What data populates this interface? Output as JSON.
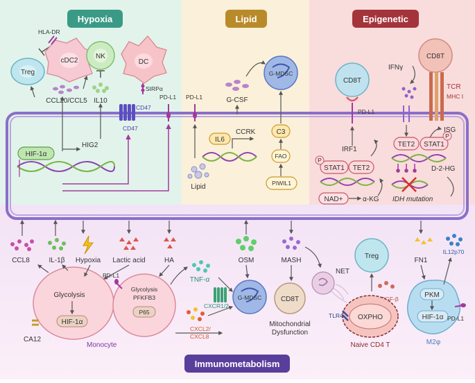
{
  "panels": {
    "hypoxia": {
      "title": "Hypoxia",
      "color": "#3a9a86"
    },
    "lipid": {
      "title": "Lipid",
      "color": "#b98a2a"
    },
    "epigenetic": {
      "title": "Epigenetic",
      "color": "#a4343b"
    },
    "immunometabolism": {
      "title": "Immunometabolism",
      "color": "#5a3e9b"
    }
  },
  "hypoxia": {
    "hla_dr": "HLA-DR",
    "cdc2": "cDC2",
    "nk": "NK",
    "dc": "DC",
    "treg": "Treg",
    "ccl": "CCL20/CCL5",
    "il10": "IL10",
    "sirpa": "SIRPα",
    "cd47_top": "CD47",
    "cd47_bottom": "CD47",
    "pdl1": "PD-L1",
    "hig2": "HIG2",
    "hif": "HIF-1α"
  },
  "lipid": {
    "pdl1": "PD-L1",
    "gcsf": "G-CSF",
    "gmdsc": "G-MDSC",
    "il6": "IL6",
    "ccrk": "CCRK",
    "c3": "C3",
    "fao": "FAO",
    "piwil1": "PIWIL1",
    "lipid": "Lipid"
  },
  "epigenetic": {
    "cd8t_left": "CD8T",
    "cd8t_right": "CD8T",
    "pdl1": "PD-L1",
    "ifng": "IFNγ",
    "tcr": "TCR",
    "mhc": "MHC I",
    "irf1": "IRF1",
    "isg": "ISG",
    "stat1_left": "STAT1",
    "tet2_left": "TET2",
    "tet2_right": "TET2",
    "stat1_right": "STAT1",
    "p": "P",
    "d2hg": "D-2-HG",
    "nad": "NAD+",
    "akg": "α-KG",
    "idh": "IDH mutation"
  },
  "immuno": {
    "ccl8": "CCL8",
    "il1b": "IL-1β",
    "hypoxia": "Hypoxia",
    "lactic": "Lactic acid",
    "ha": "HA",
    "osm": "OSM",
    "mash": "MASH",
    "fn1": "FN1",
    "il12": "IL12p70",
    "glycolysis": "Glycolysis",
    "hif": "HIF-1α",
    "ca12": "CA12",
    "monocyte": "Monocyte",
    "pdl1_a": "PD-L1",
    "glyco2": "Glycolysis",
    "pfkfb3": "PFKFB3",
    "p65": "P65",
    "tnfa": "TNF-α",
    "cxcr": "CXCR1/2",
    "cxcl2": "CXCL2/",
    "cxcl8": "CXCL8",
    "gmdsc": "G-MDSC",
    "cd8t": "CD8T",
    "mito1": "Mitochondrial",
    "mito2": "Dysfunction",
    "net": "NET",
    "treg": "Treg",
    "tgfb": "TGF-β",
    "tlr4": "TLR4",
    "oxpho": "OXPHO",
    "naive": "Naive CD4 T",
    "pkm": "PKM",
    "hif2": "HIF-1α",
    "pdl1_b": "PD-L1",
    "m2": "M2φ"
  }
}
